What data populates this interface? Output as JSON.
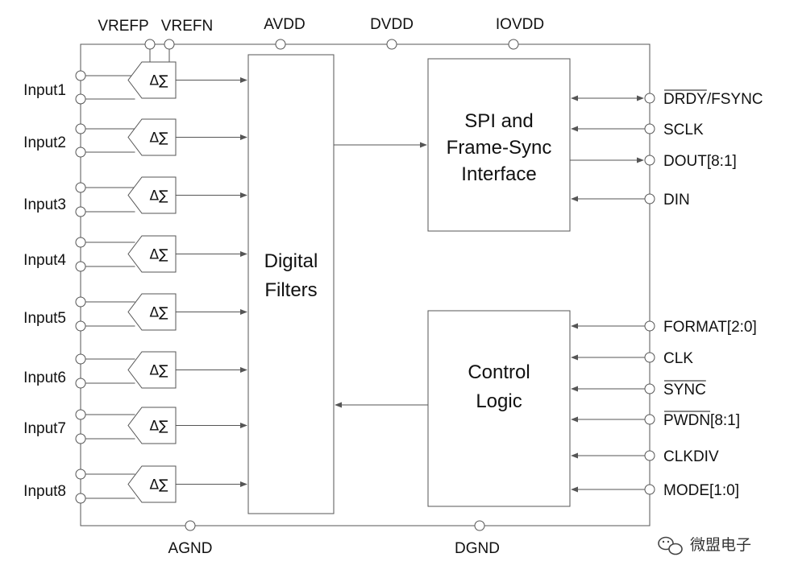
{
  "colors": {
    "line": "#555555",
    "text": "#111111",
    "background": "#ffffff"
  },
  "top_pins": [
    "VREFP",
    "VREFN",
    "AVDD",
    "DVDD",
    "IOVDD"
  ],
  "bottom_pins": [
    "AGND",
    "DGND"
  ],
  "inputs": [
    "Input1",
    "Input2",
    "Input3",
    "Input4",
    "Input5",
    "Input6",
    "Input7",
    "Input8"
  ],
  "modulator_symbol": "Δ∑",
  "blocks": {
    "digital_filters": [
      "Digital",
      "Filters"
    ],
    "spi": [
      "SPI and",
      "Frame-Sync",
      "Interface"
    ],
    "control": [
      "Control",
      "Logic"
    ]
  },
  "spi_pins": [
    {
      "label": "DRDY/FSYNC",
      "overline": "DRDY",
      "direction": "bidirectional"
    },
    {
      "label": "SCLK",
      "direction": "in"
    },
    {
      "label": "DOUT[8:1]",
      "direction": "out"
    },
    {
      "label": "DIN",
      "direction": "in"
    }
  ],
  "control_pins": [
    {
      "label": "FORMAT[2:0]",
      "direction": "in"
    },
    {
      "label": "CLK",
      "direction": "in"
    },
    {
      "label": "SYNC",
      "overline": "SYNC",
      "direction": "in"
    },
    {
      "label": "PWDN[8:1]",
      "overline": "PWDN",
      "direction": "in"
    },
    {
      "label": "CLKDIV",
      "direction": "in"
    },
    {
      "label": "MODE[1:0]",
      "direction": "in"
    }
  ],
  "watermark": {
    "text": "微盟电子",
    "icon": "wechat-icon"
  }
}
